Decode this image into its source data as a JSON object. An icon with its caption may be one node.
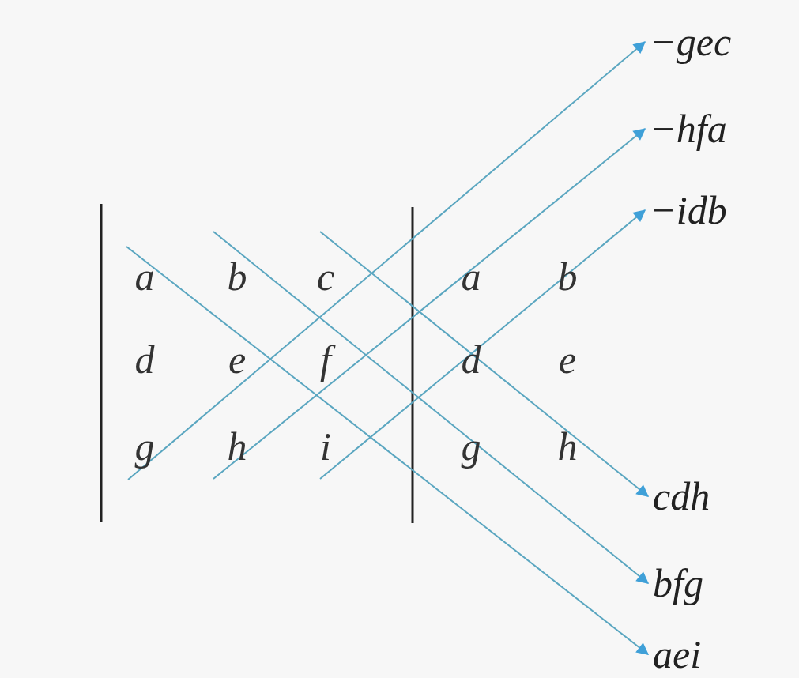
{
  "diagram": {
    "nodes": [
      {
        "text": [
          "−gec"
        ]
      },
      {
        "text": [
          "−hfa"
        ]
      },
      {
        "text": [
          "−idb"
        ]
      },
      {
        "text": [
          "cdh"
        ]
      },
      {
        "text": [
          "bfg"
        ]
      },
      {
        "text": [
          "aei"
        ]
      }
    ],
    "edges": [
      {
        "from": null,
        "to": 0,
        "arrow": "to"
      },
      {
        "from": null,
        "to": 1,
        "arrow": "to"
      },
      {
        "from": null,
        "to": 2,
        "arrow": "to"
      },
      {
        "from": null,
        "to": 3,
        "arrow": "to"
      },
      {
        "from": null,
        "to": 4,
        "arrow": "to"
      },
      {
        "from": null,
        "to": 5,
        "arrow": "to"
      }
    ],
    "labels": [
      "a",
      "b",
      "c",
      "a",
      "b",
      "d",
      "e",
      "f",
      "d",
      "e",
      "g",
      "h",
      "i",
      "g",
      "h"
    ]
  }
}
